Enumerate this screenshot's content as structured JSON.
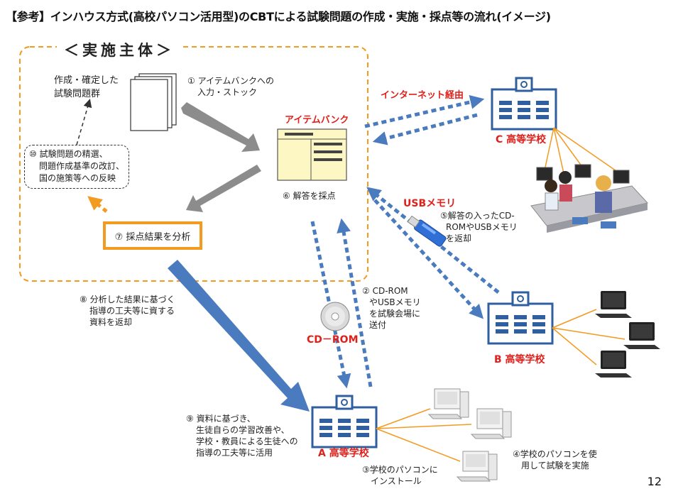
{
  "title": "【参考】インハウス方式(高校パソコン活用型)のCBTによる試験問題の作成・実施・採点等の流れ(イメージ)",
  "box_title": "＜実施主体＞",
  "labels": {
    "question_set": [
      "作成・確定した",
      "試験問題群"
    ],
    "step1": [
      "① アイテムバンクへの",
      "入力・ストック"
    ],
    "item_bank": "アイテムバンク",
    "internet": "インターネット経由",
    "step10": [
      "⑩ 試験問題の精選、",
      "問題作成基準の改訂、",
      "国の施策等への反映"
    ],
    "step6": "⑥ 解答を採点",
    "usb": "USBメモリ",
    "step5": [
      "⑤解答の入ったCD-",
      "ROMやUSBメモリ",
      "を返却"
    ],
    "step7": "⑦ 採点結果を分析",
    "step8": [
      "⑧ 分析した結果に基づく",
      "指導の工夫等に資する",
      "資料を返却"
    ],
    "step2": [
      "② CD-ROM",
      "やUSBメモリ",
      "を試験会場に",
      "送付"
    ],
    "cdrom": "CD－ROM",
    "step9": [
      "⑨ 資料に基づき、",
      "生徒自らの学習改善や、",
      "学校・教員による生徒への",
      "指導の工夫等に活用"
    ],
    "step3": [
      "③学校のパソコンに",
      "インストール"
    ],
    "step4": [
      "④学校のパソコンを使",
      "用して試験を実施"
    ]
  },
  "schools": {
    "a": "A 高等学校",
    "b": "B 高等学校",
    "c": "C 高等学校"
  },
  "page_number": "12",
  "colors": {
    "orange": "#f39a21",
    "blue": "#4a7bbf",
    "red": "#e0201b",
    "gray_arrow": "#8c8c8c",
    "bank_fill": "#fcf7c3"
  }
}
